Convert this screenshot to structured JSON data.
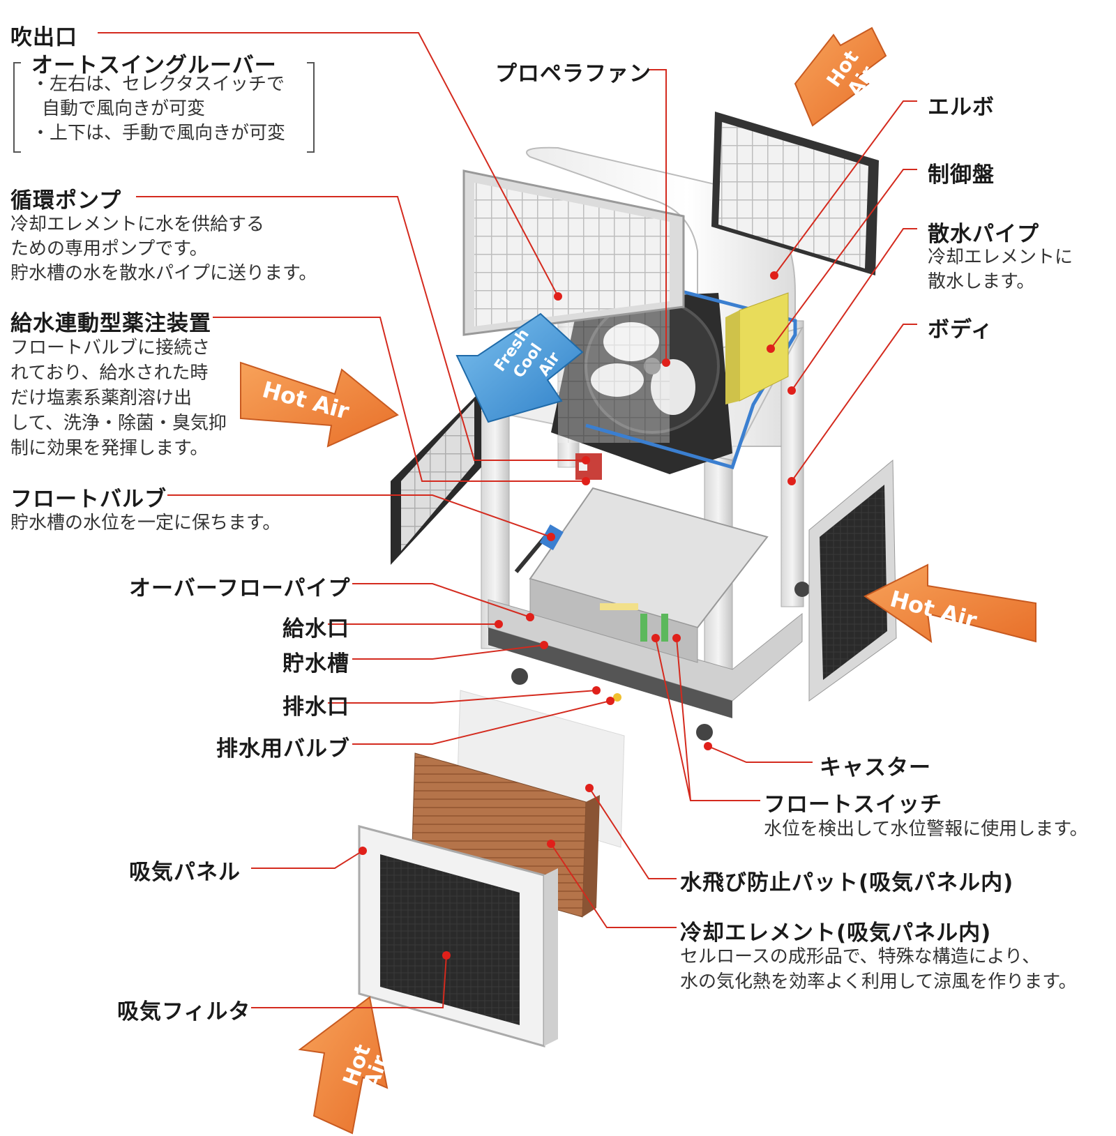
{
  "labels": {
    "outlet": "吹出口",
    "louver_title": "オートスイングルーバー",
    "louver_desc1": "・左右は、セレクタスイッチで",
    "louver_desc2": "自動で風向きが可変",
    "louver_desc3": "・上下は、手動で風向きが可変",
    "pump": "循環ポンプ",
    "pump_desc1": "冷却エレメントに水を供給する",
    "pump_desc2": "ための専用ポンプです。",
    "pump_desc3": "貯水槽の水を散水パイプに送ります。",
    "dosing": "給水連動型薬注装置",
    "dosing_desc1": "フロートバルブに接続さ",
    "dosing_desc2": "れており、給水された時",
    "dosing_desc3": "だけ塩素系薬剤溶け出",
    "dosing_desc4": "して、洗浄・除菌・臭気抑",
    "dosing_desc5": "制に効果を発揮します。",
    "float_valve": "フロートバルブ",
    "float_valve_desc": "貯水槽の水位を一定に保ちます。",
    "overflow": "オーバーフローパイプ",
    "inlet": "給水口",
    "tank": "貯水槽",
    "drain": "排水口",
    "drain_valve": "排水用バルブ",
    "intake_panel": "吸気パネル",
    "intake_filter": "吸気フィルタ",
    "fan": "プロペラファン",
    "elbow": "エルボ",
    "control": "制御盤",
    "sprinkler": "散水パイプ",
    "sprinkler_desc1": "冷却エレメントに",
    "sprinkler_desc2": "散水します。",
    "body": "ボディ",
    "caster": "キャスター",
    "float_switch": "フロートスイッチ",
    "float_switch_desc": "水位を検出して水位警報に使用します。",
    "splash_pad": "水飛び防止パット(吸気パネル内)",
    "element": "冷却エレメント(吸気パネル内)",
    "element_desc1": "セルロースの成形品で、特殊な構造により、",
    "element_desc2": "水の気化熱を効率よく利用して涼風を作ります。"
  },
  "arrows": {
    "hot_air": "Hot Air",
    "hot": "Hot",
    "air": "Air",
    "fresh": "Fresh",
    "cool": "Cool",
    "air2": "Air"
  },
  "colors": {
    "leader": "#d42a1e",
    "dot": "#e0201a",
    "hot_arrow": "#f08a3a",
    "cool_arrow": "#4a98d6"
  }
}
